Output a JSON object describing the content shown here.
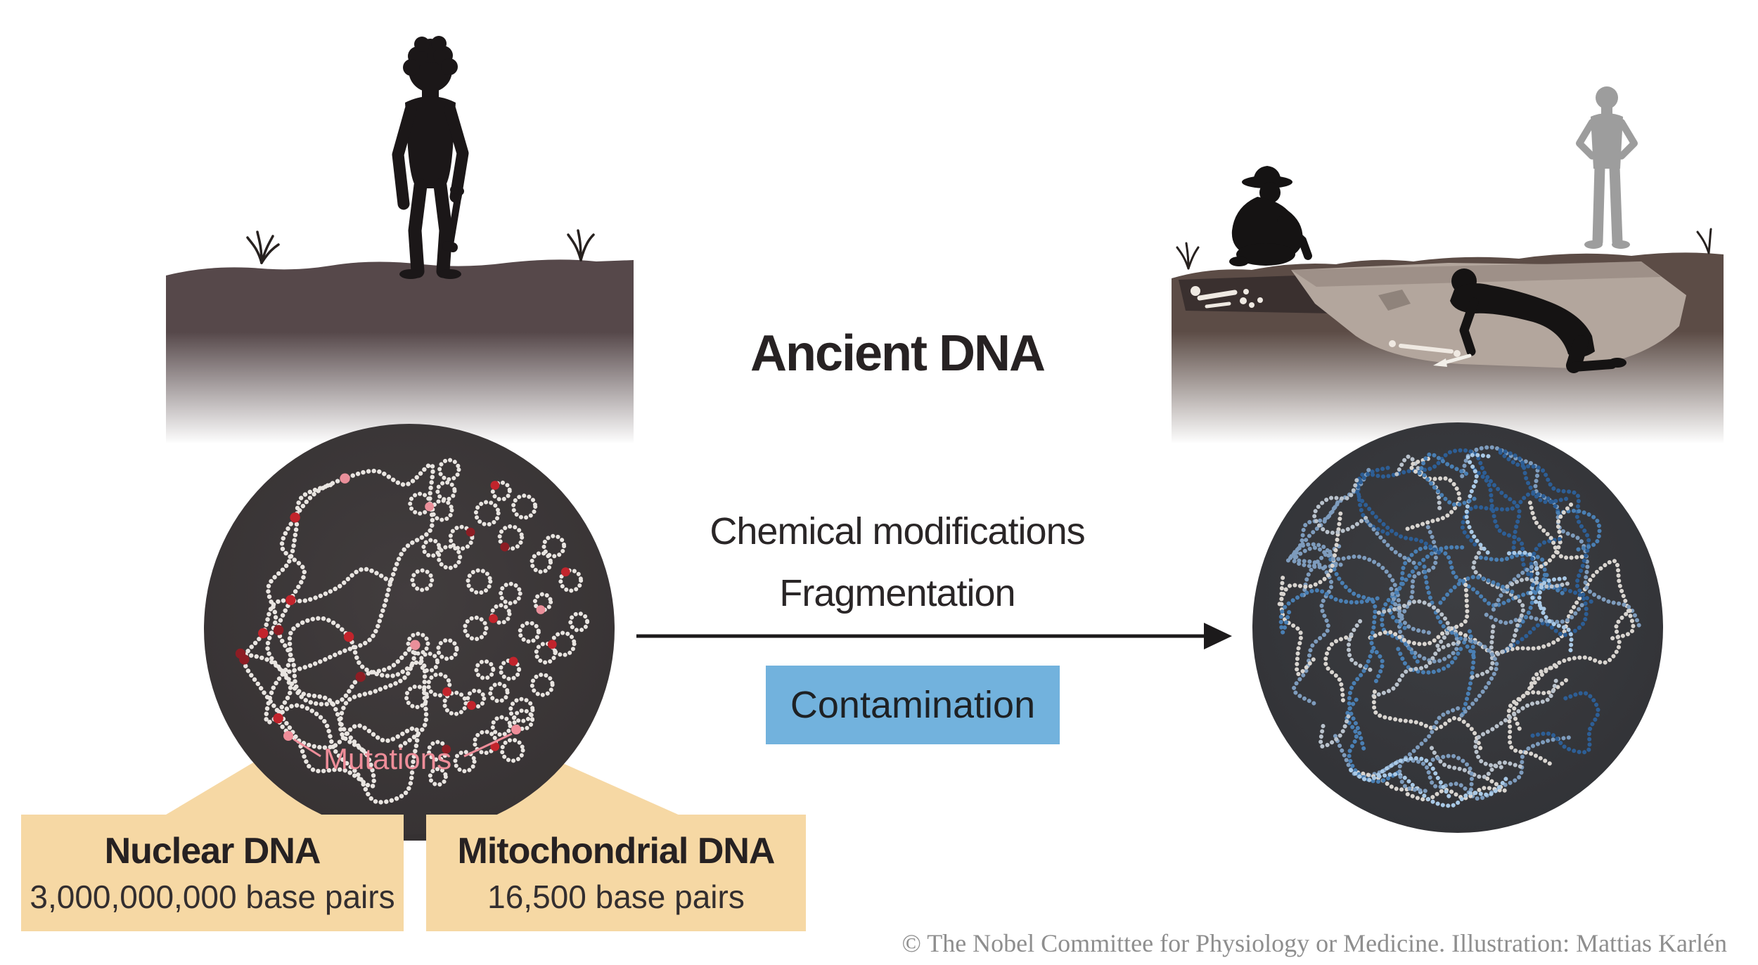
{
  "title": "Ancient DNA",
  "process": {
    "line1": "Chemical modifications",
    "line2": "Fragmentation",
    "contamination": "Contamination"
  },
  "magnified_sample": {
    "mutations_label": "Mutations"
  },
  "callouts": {
    "nuclear": {
      "title": "Nuclear DNA",
      "subtitle": "3,000,000,000 base pairs"
    },
    "mitochondrial": {
      "title": "Mitochondrial DNA",
      "subtitle": "16,500 base pairs"
    }
  },
  "credit": "© The Nobel Committee for Physiology or Medicine. Illustration: Mattias Karlén",
  "colors": {
    "strand_white": "#e9e5e1",
    "mutation_red": "#c2242c",
    "mutation_dark": "#8d1d24",
    "mutation_pink": "#ea8f9a",
    "callout_beige": "#f6d8a4",
    "contamination_blue": "#72b2dd",
    "circle_dark": "#3a3637",
    "ground_left": "#56484a",
    "ground_right": "#5c4c46"
  },
  "palette": {
    "fragment_white": "#d9d5d0",
    "fragment_gray": "#b9c2cc",
    "fragment_steel": "#7e9cbd",
    "fragment_blue": "#4a7fb3",
    "fragment_navy": "#2d5e95",
    "fragment_pale": "#a9c9e6"
  }
}
